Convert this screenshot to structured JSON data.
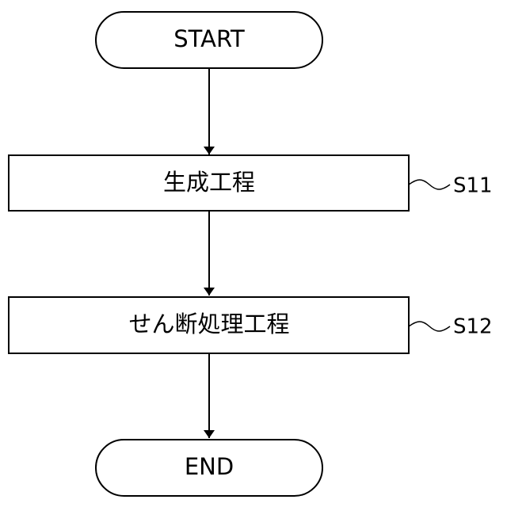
{
  "flowchart": {
    "start": {
      "label": "START"
    },
    "steps": [
      {
        "label": "生成工程",
        "step_id": "S11"
      },
      {
        "label": "せん断処理工程",
        "step_id": "S12"
      }
    ],
    "end": {
      "label": "END"
    }
  },
  "colors": {
    "stroke": "#000000",
    "fill": "#ffffff",
    "text": "#000000"
  }
}
